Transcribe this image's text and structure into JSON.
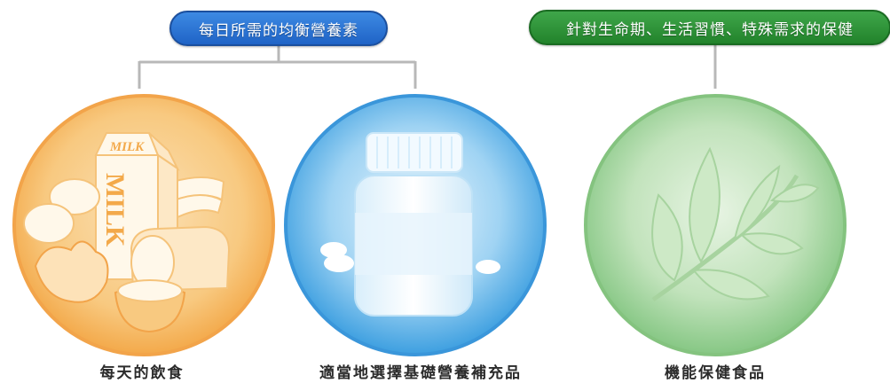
{
  "header": {
    "left_label": "每日所需的均衡營養素",
    "right_label": "針對生命期、生活習慣、特殊需求的保健"
  },
  "circles": [
    {
      "caption": "每天的飲食",
      "icon": "food-icon",
      "carton_text": "MILK",
      "color": "#f6b15a"
    },
    {
      "caption": "適當地選擇基礎營養補充品",
      "icon": "supplement-bottle-icon",
      "color": "#3c9fe0"
    },
    {
      "caption": "機能保健食品",
      "icon": "leaf-icon",
      "color": "#86c784"
    }
  ]
}
